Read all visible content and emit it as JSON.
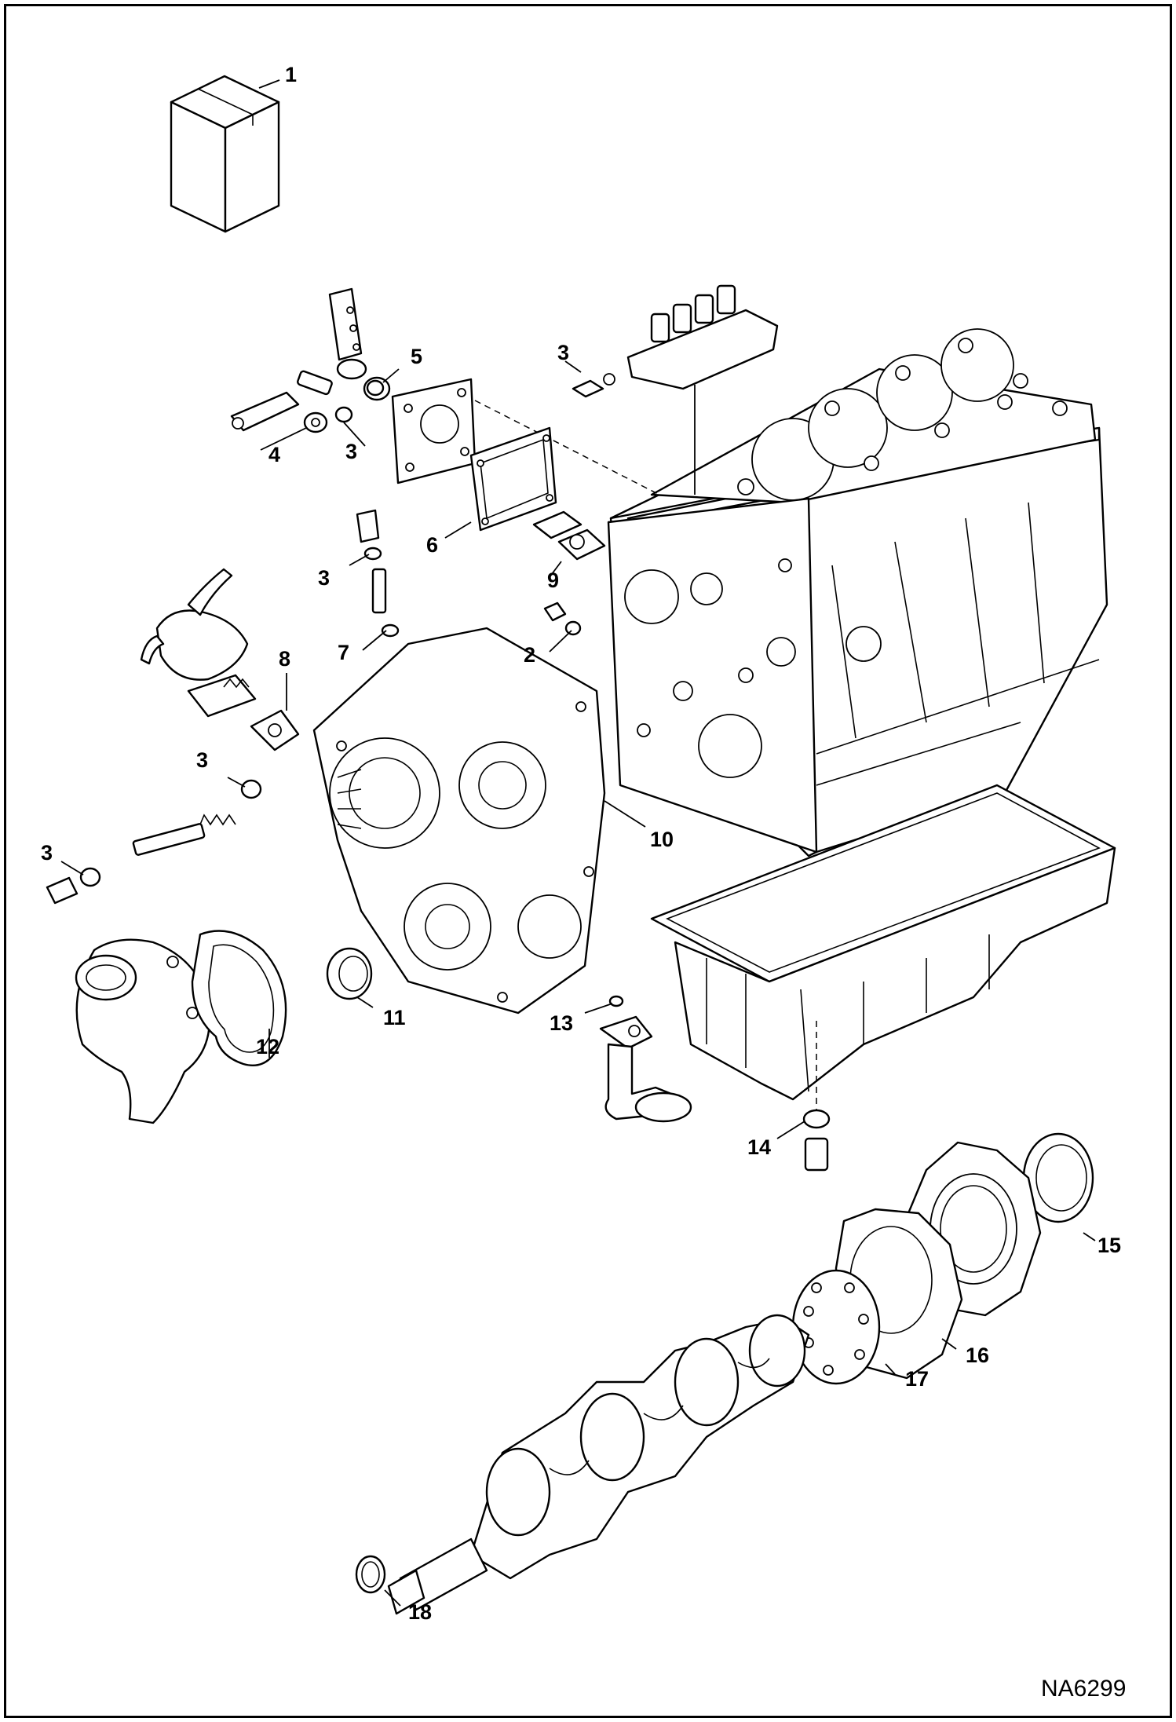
{
  "diagram": {
    "drawing_code": "NA6299",
    "callouts": [
      {
        "id": "c1",
        "text": "1"
      },
      {
        "id": "c2",
        "text": "2"
      },
      {
        "id": "c3a",
        "text": "3"
      },
      {
        "id": "c3b",
        "text": "3"
      },
      {
        "id": "c3c",
        "text": "3"
      },
      {
        "id": "c3d",
        "text": "3"
      },
      {
        "id": "c3e",
        "text": "3"
      },
      {
        "id": "c4",
        "text": "4"
      },
      {
        "id": "c5",
        "text": "5"
      },
      {
        "id": "c6",
        "text": "6"
      },
      {
        "id": "c7",
        "text": "7"
      },
      {
        "id": "c8",
        "text": "8"
      },
      {
        "id": "c9",
        "text": "9"
      },
      {
        "id": "c10",
        "text": "10"
      },
      {
        "id": "c11",
        "text": "11"
      },
      {
        "id": "c12",
        "text": "12"
      },
      {
        "id": "c13",
        "text": "13"
      },
      {
        "id": "c14",
        "text": "14"
      },
      {
        "id": "c15",
        "text": "15"
      },
      {
        "id": "c16",
        "text": "16"
      },
      {
        "id": "c17",
        "text": "17"
      },
      {
        "id": "c18",
        "text": "18"
      }
    ]
  }
}
